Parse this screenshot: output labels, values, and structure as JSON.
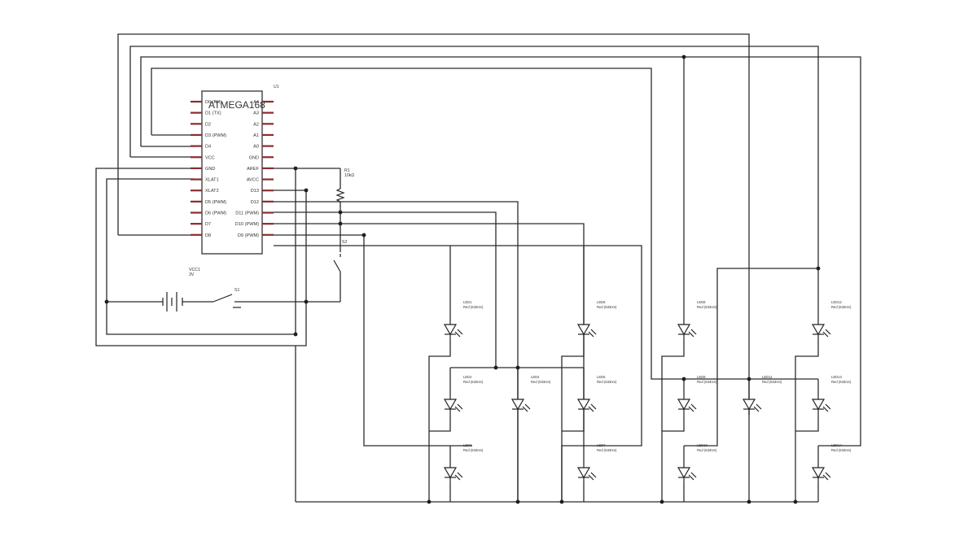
{
  "chip": {
    "name": "ATMEGA168",
    "ref": "U1",
    "left_pins": [
      "D0 (RX)",
      "D1 (TX)",
      "D2",
      "D3 (PWM)",
      "D4",
      "VCC",
      "GND",
      "XLAT1",
      "XLAT2",
      "D5 (PWM)",
      "D6 (PWM)",
      "D7",
      "D8"
    ],
    "right_pins": [
      "A4",
      "A3",
      "A2",
      "A1",
      "A0",
      "GND",
      "AREF",
      "AVCC",
      "D13",
      "D12",
      "D11 (PWM)",
      "D10 (PWM)",
      "D9 (PWM)"
    ]
  },
  "resistor": {
    "ref": "R1",
    "value": "10kΩ"
  },
  "switch2": {
    "ref": "S2"
  },
  "battery": {
    "ref": "VCC1",
    "value": "3V"
  },
  "switch1": {
    "ref": "S1"
  },
  "leds": [
    {
      "ref": "LED1",
      "color": "Red (633nm)"
    },
    {
      "ref": "LED2",
      "color": "Red (633nm)"
    },
    {
      "ref": "LED3",
      "color": "Red (633nm)"
    },
    {
      "ref": "LED4",
      "color": "Red (633nm)"
    },
    {
      "ref": "LED5",
      "color": "Red (633nm)"
    },
    {
      "ref": "LED6",
      "color": "Red (633nm)"
    },
    {
      "ref": "LED7",
      "color": "Red (633nm)"
    },
    {
      "ref": "LED8",
      "color": "Red (633nm)"
    },
    {
      "ref": "LED9",
      "color": "Red (633nm)"
    },
    {
      "ref": "LED10",
      "color": "Red (633nm)"
    },
    {
      "ref": "LED11",
      "color": "Red (633nm)"
    },
    {
      "ref": "LED12",
      "color": "Red (633nm)"
    },
    {
      "ref": "LED13",
      "color": "Red (633nm)"
    },
    {
      "ref": "LED14",
      "color": "Red (633nm)"
    }
  ],
  "colors": {
    "wire": "#2b2b2b",
    "pin": "#8b2c2c",
    "background": "#ffffff"
  }
}
